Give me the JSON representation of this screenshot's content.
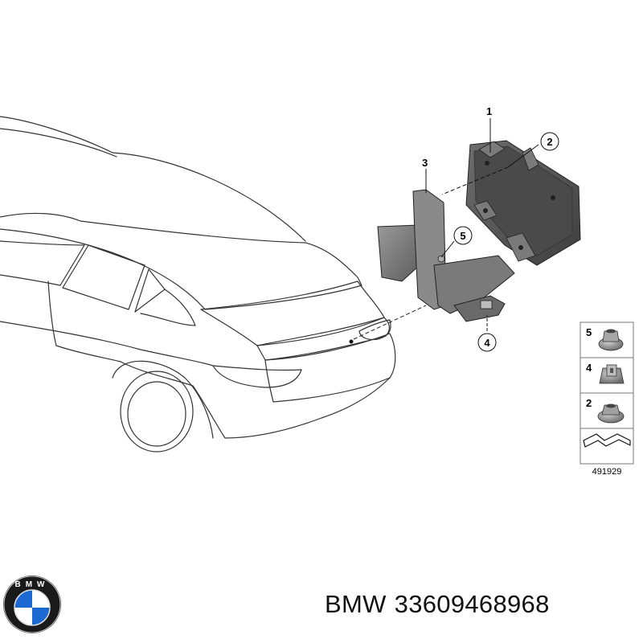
{
  "callouts": {
    "c1": "1",
    "c2": "2",
    "c3": "3",
    "c4": "4",
    "c5": "5"
  },
  "legend": {
    "items": [
      "5",
      "4",
      "2"
    ],
    "diagram_number": "491929"
  },
  "logo": {
    "text": "BMW"
  },
  "footer": {
    "brand": "BMW",
    "part_number": "33609468968"
  },
  "colors": {
    "line": "#222222",
    "part_dark": "#5a5a5a",
    "part_mid": "#7a7a7a",
    "part_light": "#9a9a9a",
    "logo_blue": "#1c69d4"
  }
}
